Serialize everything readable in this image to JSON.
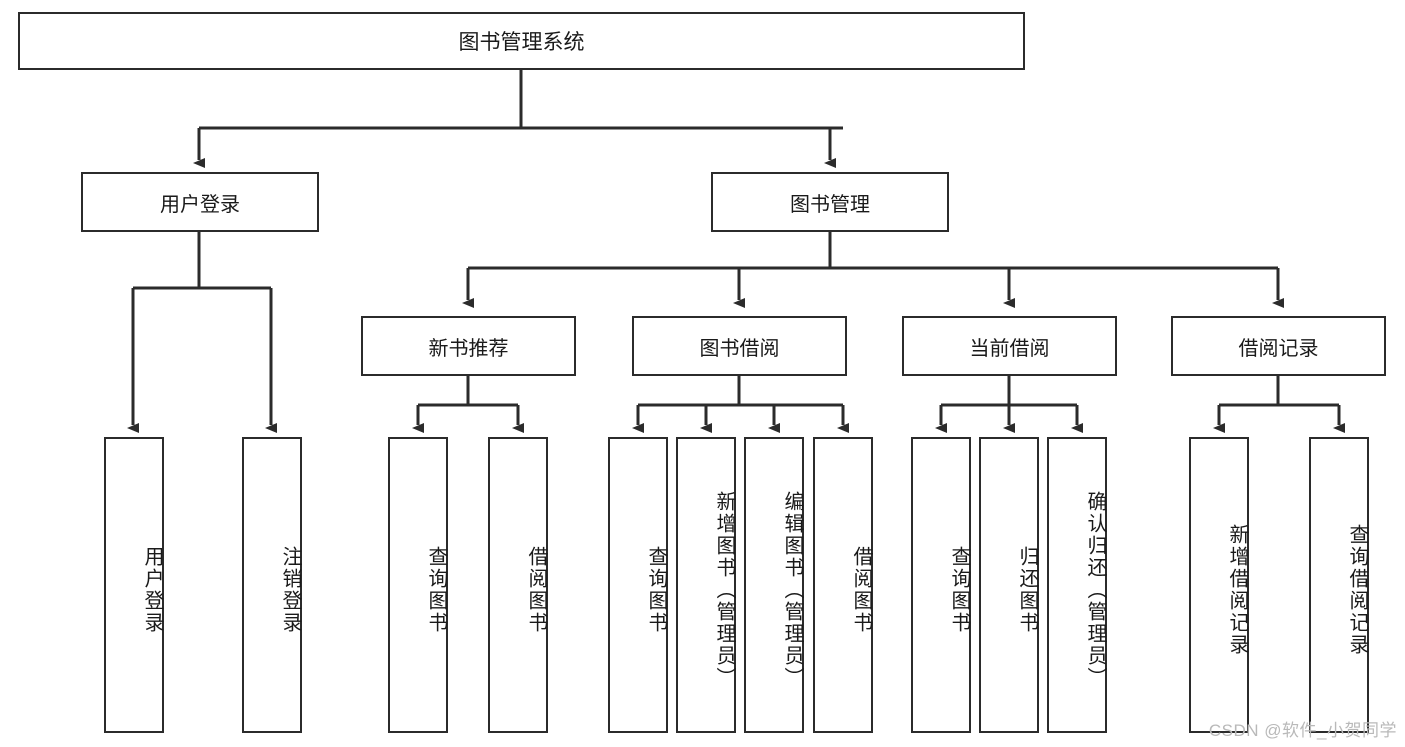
{
  "diagram": {
    "type": "tree",
    "title": "图书管理系统",
    "orientation": "top-down",
    "levels": 3,
    "colors": {
      "box_border": "#2b2b2b",
      "box_fill": "#ffffff",
      "edge": "#2b2b2b",
      "text": "#1a1a1a",
      "watermark": "#b9b9b9"
    }
  },
  "root": {
    "label": "图书管理系统"
  },
  "level2": [
    {
      "label": "用户登录"
    },
    {
      "label": "图书管理"
    }
  ],
  "level3": [
    {
      "label": "新书推荐"
    },
    {
      "label": "图书借阅"
    },
    {
      "label": "当前借阅"
    },
    {
      "label": "借阅记录"
    }
  ],
  "leaves": {
    "user_login": [
      {
        "label": "用户登录"
      },
      {
        "label": "注销登录"
      }
    ],
    "new_book_recommend": [
      {
        "label": "查询图书"
      },
      {
        "label": "借阅图书"
      }
    ],
    "book_borrow": [
      {
        "label": "查询图书"
      },
      {
        "label": "新增图书（管理员）"
      },
      {
        "label": "编辑图书（管理员）"
      },
      {
        "label": "借阅图书"
      }
    ],
    "current_borrow": [
      {
        "label": "查询图书"
      },
      {
        "label": "归还图书"
      },
      {
        "label": "确认归还（管理员）"
      }
    ],
    "borrow_record": [
      {
        "label": "新增借阅记录"
      },
      {
        "label": "查询借阅记录"
      }
    ]
  },
  "watermark": {
    "text": "CSDN @软件_小贺同学"
  }
}
